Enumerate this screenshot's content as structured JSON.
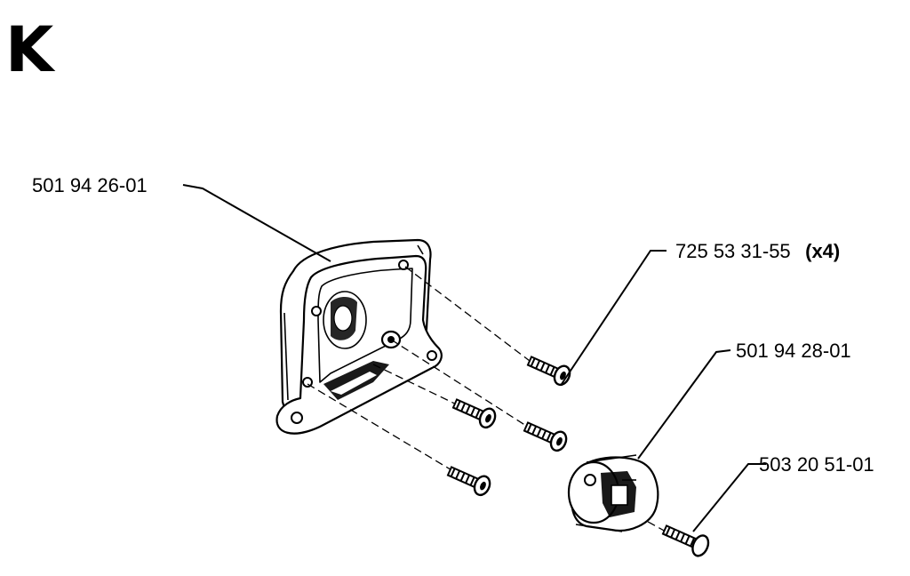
{
  "section_letter": "K",
  "parts": {
    "muffler": {
      "part_number": "501 94 26-01",
      "icon": "muffler-housing"
    },
    "screws": {
      "part_number": "725 53 31-55",
      "quantity": "(x4)",
      "icon": "screw"
    },
    "clamp": {
      "part_number": "501 94 28-01",
      "icon": "clamp-block"
    },
    "bolt": {
      "part_number": "503 20 51-01",
      "icon": "bolt"
    }
  }
}
